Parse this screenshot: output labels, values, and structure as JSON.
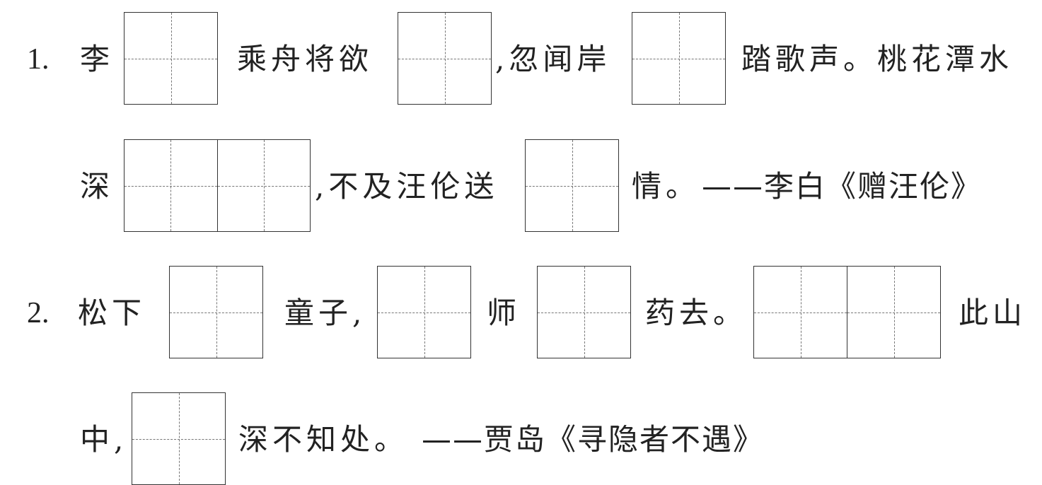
{
  "q1": {
    "number": "1.",
    "seg1": "李",
    "seg2": "乘舟将欲",
    "seg3": ",忽闻岸",
    "seg4": "踏歌声。桃花潭水",
    "seg5": "深",
    "seg6": ",不及汪伦送",
    "seg7": "情。",
    "attribution": "——李白《赠汪伦》"
  },
  "q2": {
    "number": "2.",
    "seg1": "松下",
    "seg2": "童子,",
    "seg3": "师",
    "seg4": "药去。",
    "seg5": "此山",
    "seg6": "中,",
    "seg7": "深不知处。",
    "attribution": "——贾岛《寻隐者不遇》"
  }
}
